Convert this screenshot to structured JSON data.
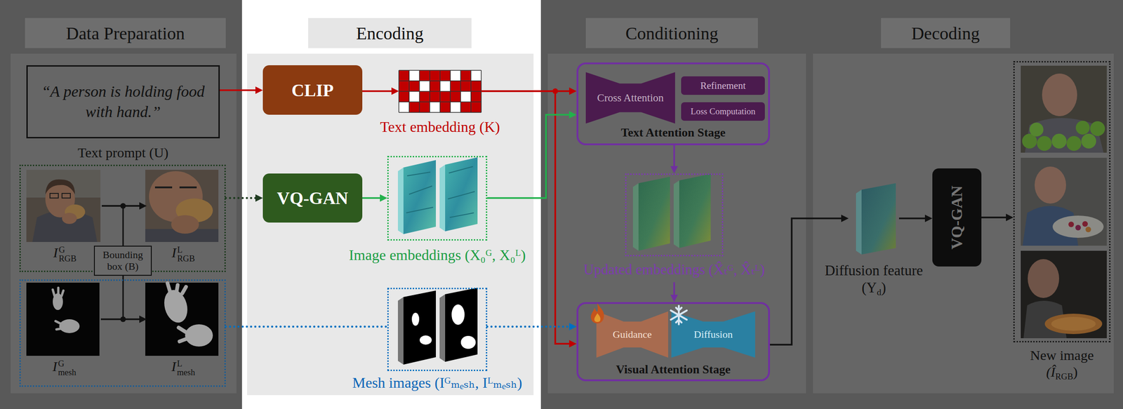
{
  "diagram": {
    "nodes": [
      {
        "text": [
          "Data Preparation"
        ]
      },
      {
        "text": [
          "Encoding"
        ]
      },
      {
        "text": [
          "Conditioning"
        ]
      },
      {
        "text": [
          "Decoding"
        ]
      },
      {
        "text": [
          "“A person is holding food with hand.”",
          "Text prompt (U)"
        ]
      },
      {
        "text": [
          "CLIP"
        ]
      },
      {
        "text": [
          "Text embedding (K)"
        ]
      },
      {
        "text": [
          "Text Attention Stage"
        ]
      },
      {
        "text": [
          "Cross Attention"
        ],
        "in": 7
      },
      {
        "text": [
          "Refinement"
        ],
        "in": 7
      },
      {
        "text": [
          "Loss Computation"
        ],
        "in": 7
      },
      {
        "text": []
      },
      {
        "text": [
          "I",
          "G",
          "RGB"
        ],
        "in": 11
      },
      {
        "text": [
          "Bounding box (B)"
        ]
      },
      {
        "text": [
          "I",
          "L",
          "RGB"
        ],
        "in": 11
      },
      {
        "text": [
          "VQ-GAN"
        ]
      },
      {
        "text": [
          "Image embeddings (X₀ᴳ, X₀ᴸ)"
        ]
      },
      {
        "text": [
          "Updated embeddings (X̂ₜᴳ, X̂ₜᴸ)"
        ]
      },
      {
        "text": [
          "Diffusion feature",
          "(Y",
          "d",
          ")"
        ]
      },
      {
        "text": [
          "VQ-GAN"
        ]
      },
      {
        "text": [
          "New image",
          "(Î",
          "RGB",
          ")"
        ]
      },
      {
        "text": []
      },
      {
        "text": [
          "I",
          "G",
          "mesh"
        ],
        "in": 21
      },
      {
        "text": [
          "I",
          "L",
          "mesh"
        ],
        "in": 21
      },
      {
        "text": [
          "Mesh images (Iᴳₘₑₛₕ, Iᴸₘₑₛₕ)"
        ]
      },
      {
        "text": [
          "Visual Attention Stage"
        ]
      },
      {
        "text": [
          "Guidance"
        ],
        "in": 25
      },
      {
        "text": [
          "Diffusion"
        ],
        "in": 25
      }
    ],
    "edges": [
      {
        "from": 4,
        "to": 5,
        "arrow": "to"
      },
      {
        "from": 5,
        "to": 6,
        "arrow": "to"
      },
      {
        "from": 6,
        "to": 7,
        "arrow": "to"
      },
      {
        "from": 6,
        "to": 25,
        "arrow": "to"
      },
      {
        "from": 11,
        "to": 15,
        "arrow": "to"
      },
      {
        "from": 15,
        "to": 16,
        "arrow": "to"
      },
      {
        "from": 16,
        "to": 7,
        "arrow": "to"
      },
      {
        "from": 12,
        "to": 14,
        "arrow": "to"
      },
      {
        "from": 22,
        "to": 23,
        "arrow": "to"
      },
      {
        "from": 21,
        "to": 24,
        "arrow": "none"
      },
      {
        "from": 24,
        "to": 25,
        "arrow": "to"
      },
      {
        "from": 7,
        "to": 17,
        "arrow": "to"
      },
      {
        "from": 17,
        "to": 25,
        "arrow": "to"
      },
      {
        "from": 25,
        "to": 18,
        "arrow": "to"
      },
      {
        "from": 18,
        "to": 19,
        "arrow": "to"
      },
      {
        "from": 19,
        "to": 20,
        "arrow": "to"
      }
    ]
  }
}
